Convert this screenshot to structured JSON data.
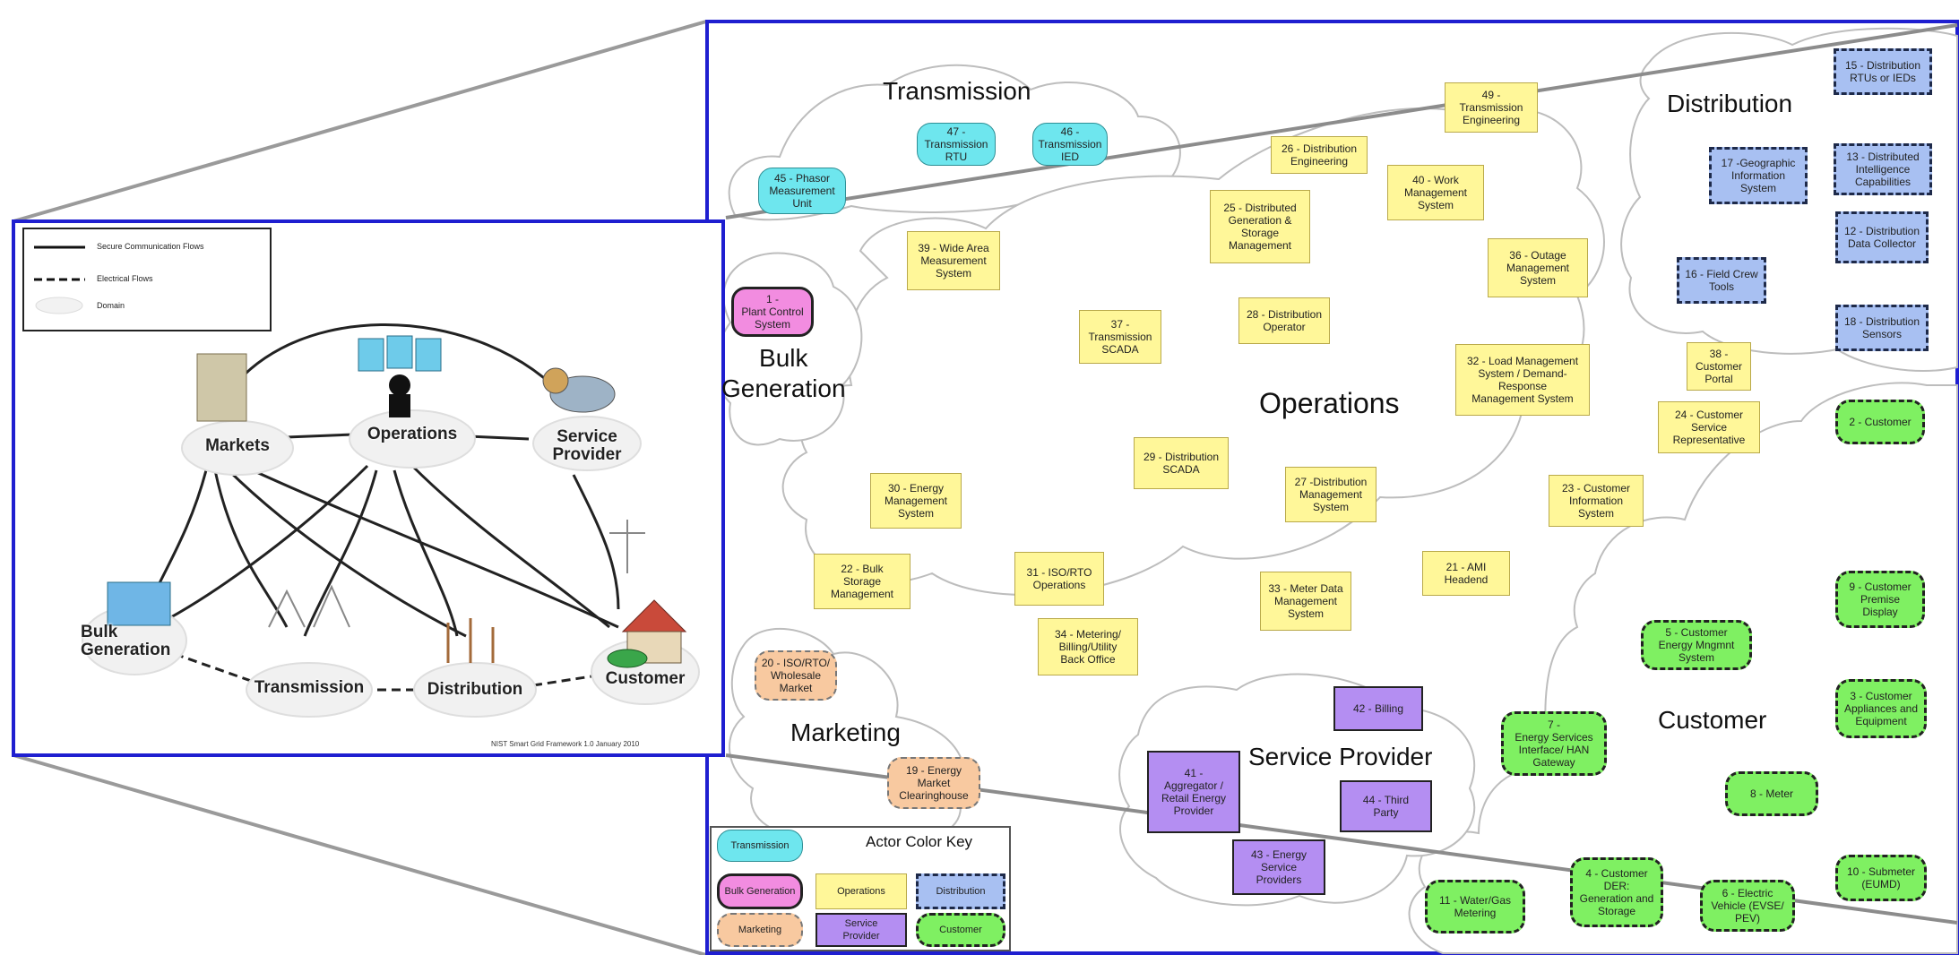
{
  "overview": {
    "legend": {
      "secure": "Secure Communication Flows",
      "electrical": "Electrical Flows",
      "domain": "Domain"
    },
    "domains": {
      "markets": "Markets",
      "operations": "Operations",
      "service_provider": "Service\nProvider",
      "bulk_generation": "Bulk\nGeneration",
      "transmission": "Transmission",
      "distribution": "Distribution",
      "customer": "Customer"
    },
    "footer": "NIST Smart Grid Framework 1.0 January 2010"
  },
  "domain_labels": {
    "transmission": "Transmission",
    "distribution": "Distribution",
    "bulk_generation": "Bulk\nGeneration",
    "operations": "Operations",
    "marketing": "Marketing",
    "service_provider": "Service Provider",
    "customer": "Customer"
  },
  "actors": [
    {
      "id": "a45",
      "text": "45 - Phasor\nMeasurement\nUnit",
      "type": "trans"
    },
    {
      "id": "a47",
      "text": "47 -\nTransmission\nRTU",
      "type": "trans"
    },
    {
      "id": "a46",
      "text": "46 -\nTransmission\nIED",
      "type": "trans"
    },
    {
      "id": "a49",
      "text": "49 -\nTransmission\nEngineering",
      "type": "ops"
    },
    {
      "id": "a26",
      "text": "26 - Distribution\nEngineering",
      "type": "ops"
    },
    {
      "id": "a40",
      "text": "40 - Work\nManagement\nSystem",
      "type": "ops"
    },
    {
      "id": "a25",
      "text": "25 - Distributed\nGeneration &\nStorage\nManagement",
      "type": "ops"
    },
    {
      "id": "a39",
      "text": "39 - Wide Area\nMeasurement\nSystem",
      "type": "ops"
    },
    {
      "id": "a36",
      "text": "36 - Outage\nManagement\nSystem",
      "type": "ops"
    },
    {
      "id": "a37",
      "text": "37 -\nTransmission\nSCADA",
      "type": "ops"
    },
    {
      "id": "a28",
      "text": "28 - Distribution\nOperator",
      "type": "ops"
    },
    {
      "id": "a32",
      "text": "32 - Load Management\nSystem / Demand-\nResponse\nManagement System",
      "type": "ops"
    },
    {
      "id": "a38",
      "text": "38 -\nCustomer\nPortal",
      "type": "ops"
    },
    {
      "id": "a24",
      "text": "24 - Customer\nService\nRepresentative",
      "type": "ops"
    },
    {
      "id": "a29",
      "text": "29 - Distribution\nSCADA",
      "type": "ops"
    },
    {
      "id": "a30",
      "text": "30 - Energy\nManagement\nSystem",
      "type": "ops"
    },
    {
      "id": "a27",
      "text": "27 -Distribution\nManagement\nSystem",
      "type": "ops"
    },
    {
      "id": "a23",
      "text": "23 - Customer\nInformation\nSystem",
      "type": "ops"
    },
    {
      "id": "a22",
      "text": "22 - Bulk\nStorage\nManagement",
      "type": "ops"
    },
    {
      "id": "a31",
      "text": "31 - ISO/RTO\nOperations",
      "type": "ops"
    },
    {
      "id": "a21",
      "text": "21 - AMI\nHeadend",
      "type": "ops"
    },
    {
      "id": "a33",
      "text": "33 - Meter Data\nManagement\nSystem",
      "type": "ops"
    },
    {
      "id": "a34",
      "text": "34 - Metering/\nBilling/Utility\nBack Office",
      "type": "ops"
    },
    {
      "id": "a1",
      "text": "1 -\nPlant Control\nSystem",
      "type": "bulk"
    },
    {
      "id": "a20",
      "text": "20 - ISO/RTO/\nWholesale\nMarket",
      "type": "mkt"
    },
    {
      "id": "a19",
      "text": "19 - Energy\nMarket\nClearinghouse",
      "type": "mkt"
    },
    {
      "id": "a42",
      "text": "42 - Billing",
      "type": "sp"
    },
    {
      "id": "a41",
      "text": "41 -\nAggregator /\nRetail Energy\nProvider",
      "type": "sp"
    },
    {
      "id": "a44",
      "text": "44 - Third\nParty",
      "type": "sp"
    },
    {
      "id": "a43",
      "text": "43 - Energy\nService\nProviders",
      "type": "sp"
    },
    {
      "id": "a15",
      "text": "15 - Distribution\nRTUs or IEDs",
      "type": "dist"
    },
    {
      "id": "a17",
      "text": "17 -Geographic\nInformation\nSystem",
      "type": "dist"
    },
    {
      "id": "a13",
      "text": "13 - Distributed\nIntelligence\nCapabilities",
      "type": "dist"
    },
    {
      "id": "a12",
      "text": "12 - Distribution\nData Collector",
      "type": "dist"
    },
    {
      "id": "a16",
      "text": "16 - Field Crew\nTools",
      "type": "dist"
    },
    {
      "id": "a18",
      "text": "18 - Distribution\nSensors",
      "type": "dist"
    },
    {
      "id": "a2",
      "text": "2 - Customer",
      "type": "cust"
    },
    {
      "id": "a9",
      "text": "9 - Customer\nPremise\nDisplay",
      "type": "cust"
    },
    {
      "id": "a5",
      "text": "5 - Customer\nEnergy Mngmnt\nSystem",
      "type": "cust"
    },
    {
      "id": "a7",
      "text": "7 -\nEnergy Services\nInterface/ HAN\nGateway",
      "type": "cust"
    },
    {
      "id": "a3",
      "text": "3 - Customer\nAppliances and\nEquipment",
      "type": "cust"
    },
    {
      "id": "a8",
      "text": "8 - Meter",
      "type": "cust"
    },
    {
      "id": "a10",
      "text": "10 - Submeter\n(EUMD)",
      "type": "cust"
    },
    {
      "id": "a11",
      "text": "11 - Water/Gas\nMetering",
      "type": "cust"
    },
    {
      "id": "a4",
      "text": "4 - Customer\nDER:\nGeneration and\nStorage",
      "type": "cust"
    },
    {
      "id": "a6",
      "text": "6 - Electric\nVehicle (EVSE/\nPEV)",
      "type": "cust"
    }
  ],
  "color_key": {
    "title": "Actor Color Key",
    "items": [
      {
        "text": "Transmission",
        "type": "trans"
      },
      {
        "text": "Bulk Generation",
        "type": "bulk"
      },
      {
        "text": "Operations",
        "type": "ops"
      },
      {
        "text": "Distribution",
        "type": "dist"
      },
      {
        "text": "Marketing",
        "type": "mkt"
      },
      {
        "text": "Service\nProvider",
        "type": "sp"
      },
      {
        "text": "Customer",
        "type": "cust"
      }
    ]
  },
  "colors": {
    "frame": "#1f1fd0",
    "operations": "#fff799",
    "transmission": "#6ee6ee",
    "bulk_generation": "#f28ce0",
    "marketing": "#f8c9a0",
    "service_provider": "#b48ef2",
    "distribution": "#a8c0f2",
    "customer": "#7ff062"
  }
}
